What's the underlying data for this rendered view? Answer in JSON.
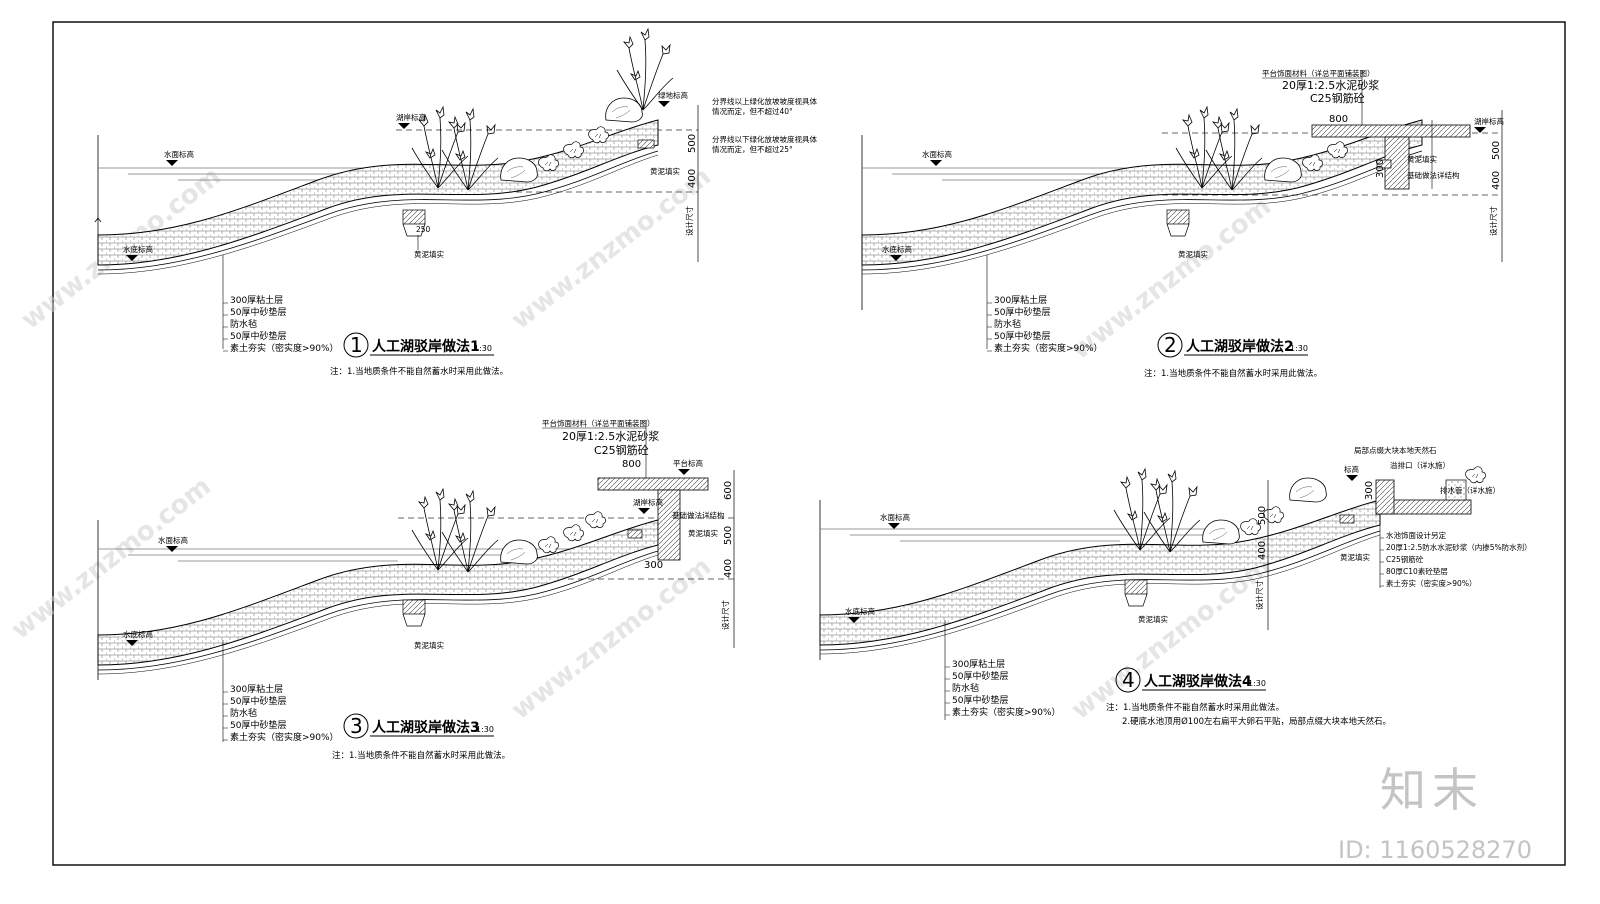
{
  "watermark": {
    "site_text": "www.znzmo.com",
    "logo_text": "知末",
    "id_label": "ID: 1160528270"
  },
  "labels": {
    "water_level": "水面标高",
    "bottom_level": "水底标高",
    "shore_level": "湖岸标高",
    "land_level": "绿地标高",
    "level": "标高",
    "fill_clay": "黄泥填实",
    "grade_upper": "分界线以上绿化放坡坡度视具体\n情况而定，但不超过40°",
    "grade_lower": "分界线以下绿化放坡坡度视具体\n情况而定，但不超过25°",
    "design": "设计尺寸",
    "platform_finish": "平台饰面材料（详总平面铺装图）",
    "mortar": "20厚1:2.5水泥砂浆",
    "concrete": "C25钢筋砼",
    "foundation": "基础做法详结构",
    "platform_level": "平台标高",
    "stones_note": "局部点缀大块本地天然石",
    "overflow": "溢排口（详水施）",
    "drain": "排水管（详水施）"
  },
  "layers": [
    "300厚粘土层",
    "50厚中砂垫层",
    "防水毡",
    "50厚中砂垫层",
    "素土夯实（密实度>90%）"
  ],
  "layers4_right": [
    "水池饰面设计另定",
    "20厚1:2.5防水水泥砂浆（内掺5%防水剂）",
    "C25钢筋砼",
    "80厚C10素砼垫层",
    "素土夯实（密实度>90%）"
  ],
  "dims": {
    "d500": "500",
    "d400": "400",
    "d600": "600",
    "d300": "300",
    "d800": "800",
    "d250": "250"
  },
  "sections": [
    {
      "num": "1",
      "title": "人工湖驳岸做法1",
      "scale": "1:30",
      "notes": [
        "注：1.当地质条件不能自然蓄水时采用此做法。"
      ]
    },
    {
      "num": "2",
      "title": "人工湖驳岸做法2",
      "scale": "1:30",
      "notes": [
        "注：1.当地质条件不能自然蓄水时采用此做法。"
      ]
    },
    {
      "num": "3",
      "title": "人工湖驳岸做法3",
      "scale": "1:30",
      "notes": [
        "注：1.当地质条件不能自然蓄水时采用此做法。"
      ]
    },
    {
      "num": "4",
      "title": "人工湖驳岸做法4",
      "scale": "1:30",
      "notes": [
        "注：1.当地质条件不能自然蓄水时采用此做法。",
        "2.硬底水池顶用Ø100左右扁平大卵石平贴，局部点缀大块本地天然石。"
      ]
    }
  ]
}
